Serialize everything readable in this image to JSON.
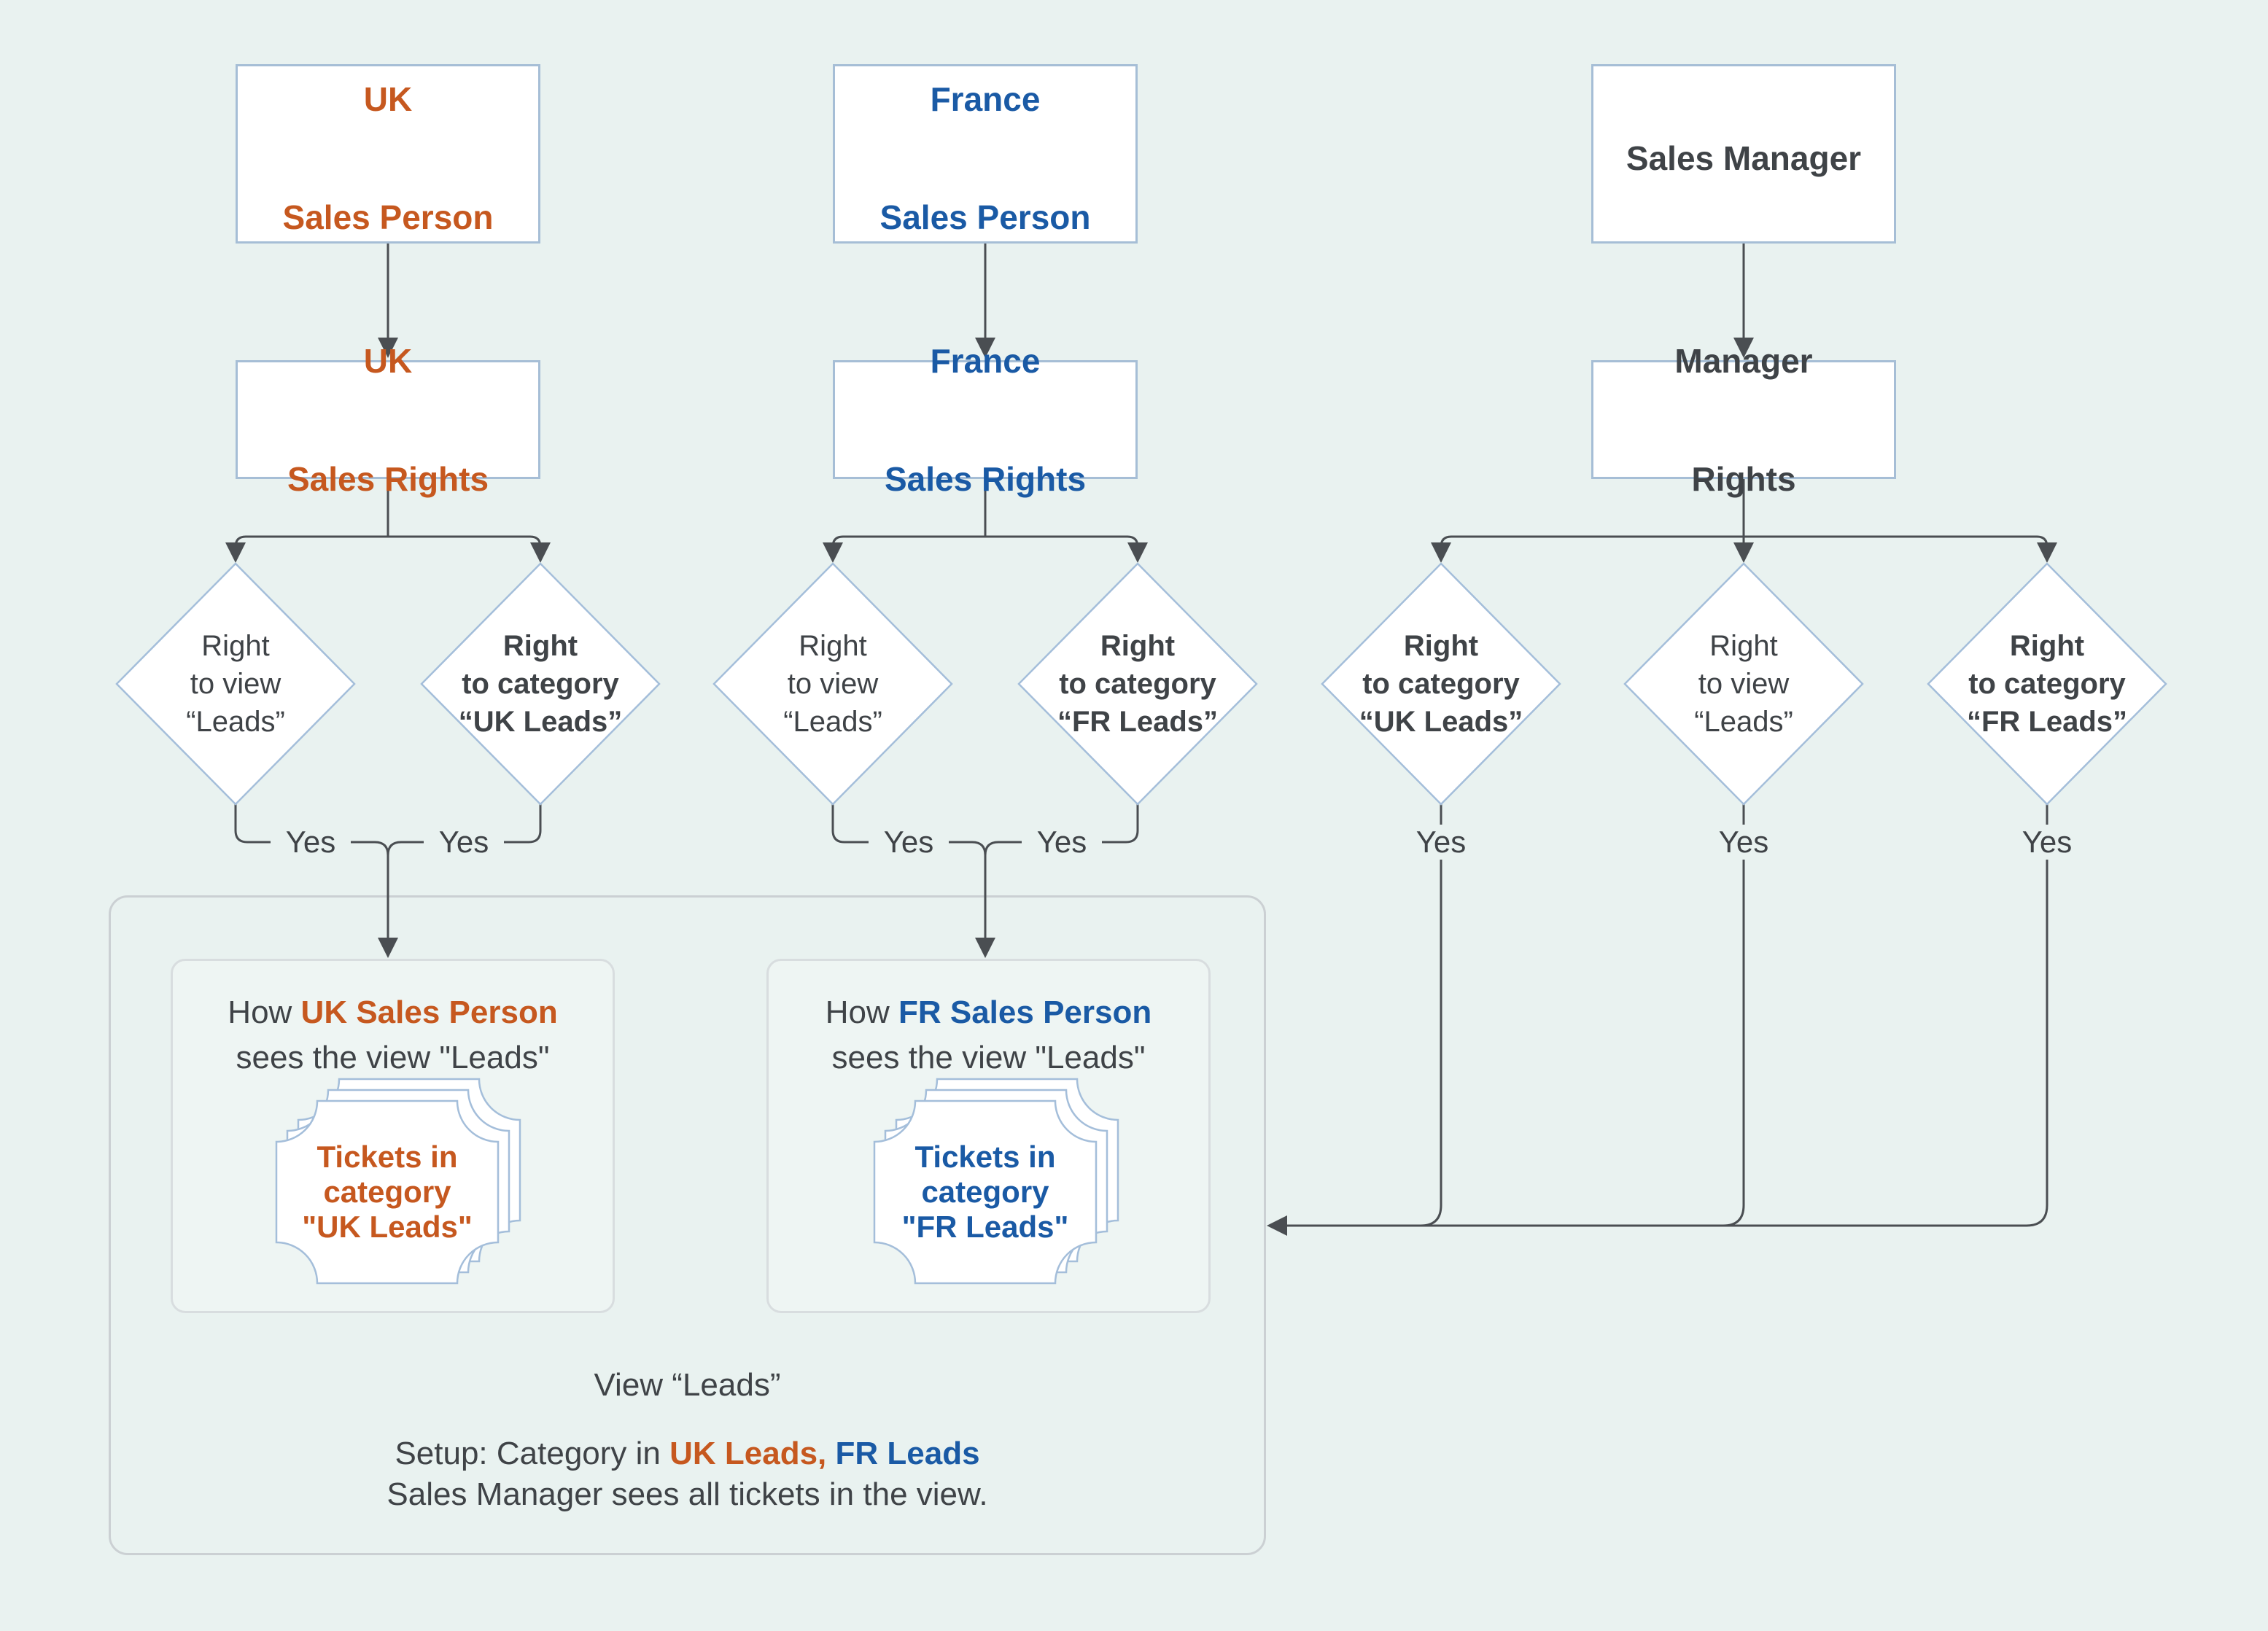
{
  "colors": {
    "orange": "#c6581f",
    "blue": "#1a5aa5",
    "dark_text": "#3f4347",
    "connector": "#4a4e52",
    "background": "#e9f2f0",
    "node_border": "#a6bed6",
    "panel_border": "#cbd0d3",
    "inner_border": "#d8dddf",
    "ticket_border": "#a4beda"
  },
  "columns": [
    {
      "id": "uk",
      "actor": {
        "line1": "UK",
        "line2": "Sales Person"
      },
      "rights": {
        "line1": "UK",
        "line2": "Sales Rights"
      },
      "diamonds": [
        {
          "line1": "Right",
          "line2": "to view",
          "line3": "“Leads”"
        },
        {
          "line1": "Right",
          "line2": "to category",
          "line3": "“UK Leads”"
        }
      ],
      "yes_labels": [
        "Yes",
        "Yes"
      ]
    },
    {
      "id": "france",
      "actor": {
        "line1": "France",
        "line2": "Sales Person"
      },
      "rights": {
        "line1": "France",
        "line2": "Sales Rights"
      },
      "diamonds": [
        {
          "line1": "Right",
          "line2": "to view",
          "line3": "“Leads”"
        },
        {
          "line1": "Right",
          "line2": "to category",
          "line3": "“FR Leads”"
        }
      ],
      "yes_labels": [
        "Yes",
        "Yes"
      ]
    },
    {
      "id": "manager",
      "actor": {
        "line1": "Sales Manager"
      },
      "rights": {
        "line1": "Manager",
        "line2": "Rights"
      },
      "diamonds": [
        {
          "line1": "Right",
          "line2": "to category",
          "line3": "“UK Leads”"
        },
        {
          "line1": "Right",
          "line2": "to view",
          "line3": "“Leads”"
        },
        {
          "line1": "Right",
          "line2": "to category",
          "line3": "“FR Leads”"
        }
      ],
      "yes_labels": [
        "Yes",
        "Yes",
        "Yes"
      ]
    }
  ],
  "panel": {
    "views": [
      {
        "heading_prefix": "How ",
        "heading_actor": "UK Sales Person",
        "heading_line2": "sees the view \"Leads\"",
        "ticket": {
          "line1": "Tickets in",
          "line2": "category",
          "line3": "\"UK Leads\""
        }
      },
      {
        "heading_prefix": "How ",
        "heading_actor": "FR Sales Person",
        "heading_line2": "sees the view \"Leads\"",
        "ticket": {
          "line1": "Tickets in",
          "line2": "category",
          "line3": "\"FR Leads\""
        }
      }
    ],
    "caption": "View “Leads”",
    "setup": {
      "prefix": "Setup: Category in ",
      "uk_part": "UK Leads,",
      "fr_part": " FR Leads"
    },
    "note": "Sales Manager sees all tickets in the view."
  }
}
